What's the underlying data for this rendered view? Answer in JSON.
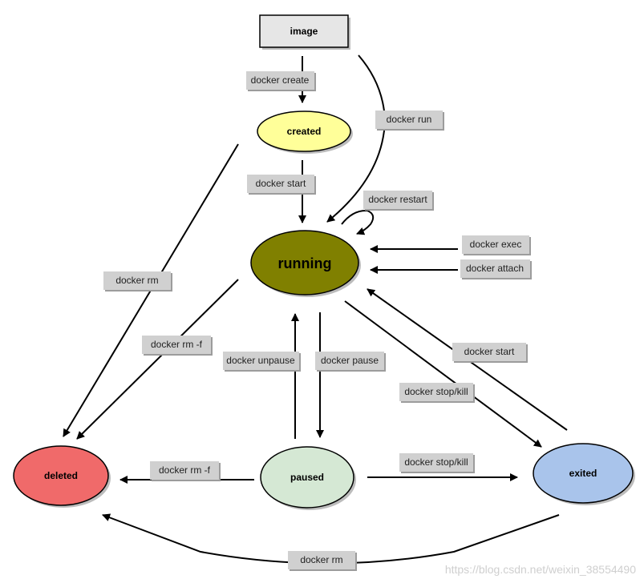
{
  "nodes": {
    "image": "image",
    "created": "created",
    "running": "running",
    "deleted": "deleted",
    "paused": "paused",
    "exited": "exited"
  },
  "colors": {
    "image_fill": "#e6e6e6",
    "created_fill": "#ffff99",
    "running_fill": "#808000",
    "deleted_fill": "#f06a6a",
    "paused_fill": "#d5e8d4",
    "exited_fill": "#a9c4eb"
  },
  "edges": {
    "docker_create": "docker create",
    "docker_run": "docker run",
    "docker_start_created": "docker start",
    "docker_restart": "docker restart",
    "docker_exec": "docker exec",
    "docker_attach": "docker attach",
    "docker_rm_created": "docker rm",
    "docker_rm_f_running": "docker rm -f",
    "docker_unpause": "docker unpause",
    "docker_pause": "docker pause",
    "docker_start_exited": "docker start",
    "docker_stop_kill_running": "docker stop/kill",
    "docker_rm_f_paused": "docker rm -f",
    "docker_stop_kill_paused": "docker stop/kill",
    "docker_rm_exited": "docker rm"
  },
  "watermark": "https://blog.csdn.net/weixin_38554490"
}
